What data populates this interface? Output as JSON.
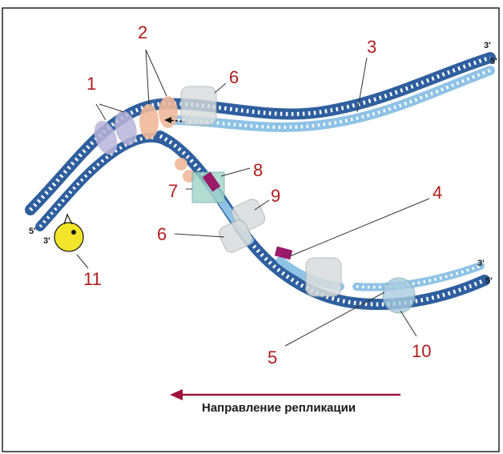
{
  "labels": {
    "n1": "1",
    "n2": "2",
    "n3": "3",
    "n4": "4",
    "n5": "5",
    "n6a": "6",
    "n6b": "6",
    "n7": "7",
    "n8": "8",
    "n9": "9",
    "n10": "10",
    "n11": "11"
  },
  "strand_ends": {
    "left_5": "5'",
    "left_3": "3'",
    "top_right_3": "3'",
    "top_right_5": "5'",
    "bottom_right_3": "3'",
    "bottom_right_5": "5'"
  },
  "caption": "Направление репликации",
  "colors": {
    "dark_strand": "#2f5f9e",
    "light_strand": "#8fc3e6",
    "label_red": "#b01c1c",
    "primer_magenta": "#9b1a6a",
    "arrow": "#a0123d",
    "helicase": "#b9b4d8",
    "primase": "#f0b99a",
    "clamp": "#d8dcdc",
    "topoisomerase": "#f3e62a"
  }
}
